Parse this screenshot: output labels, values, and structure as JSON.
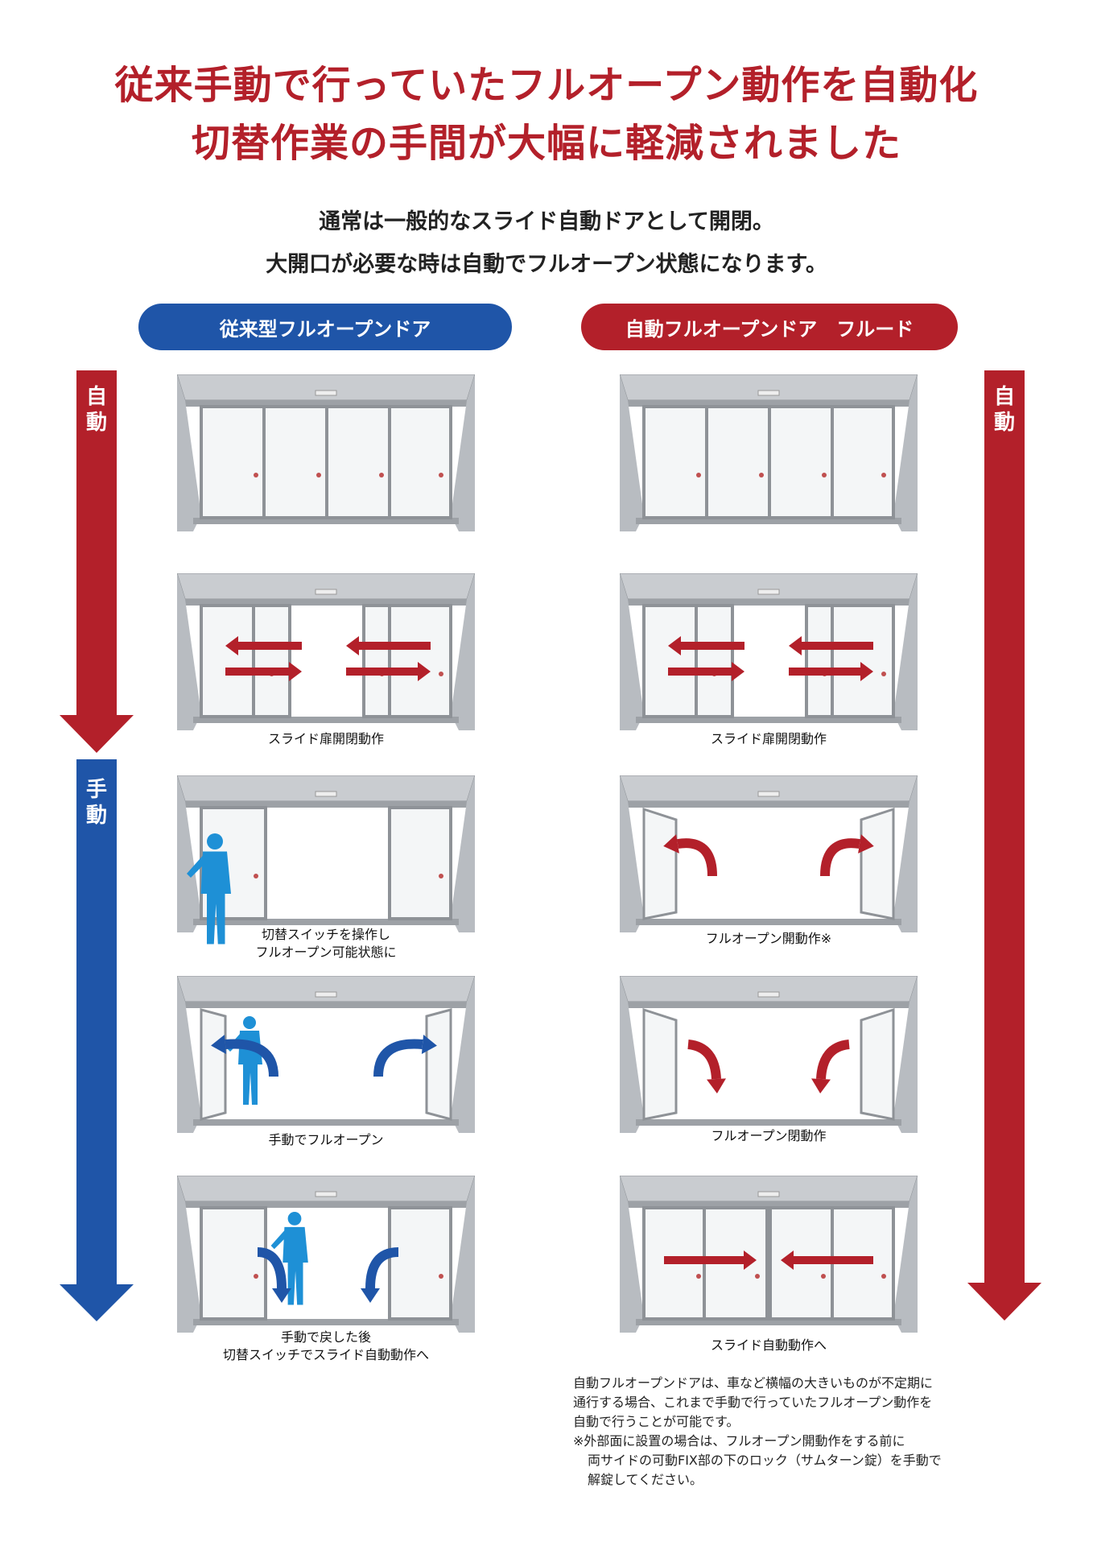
{
  "headline": {
    "line1": "従来手動で行っていたフルオープン動作を自動化",
    "line2": "切替作業の手間が大幅に軽減されました"
  },
  "subhead": {
    "line1": "通常は一般的なスライド自動ドアとして開閉。",
    "line2": "大開口が必要な時は自動でフルオープン状態になります。"
  },
  "columns": {
    "left_label": "従来型フルオープンドア",
    "right_label": "自動フルオープンドア　フルード"
  },
  "flow_labels": {
    "left_auto": "自動",
    "left_manual": "手動",
    "right_auto": "自動"
  },
  "left_steps": [
    {
      "caption": ""
    },
    {
      "caption": "スライド扉開閉動作"
    },
    {
      "caption_line1": "切替スイッチを操作し",
      "caption_line2": "フルオープン可能状態に"
    },
    {
      "caption": "手動でフルオープン"
    },
    {
      "caption_line1": "手動で戻した後",
      "caption_line2": "切替スイッチでスライド自動動作へ"
    }
  ],
  "right_steps": [
    {
      "caption": ""
    },
    {
      "caption": "スライド扉開閉動作"
    },
    {
      "caption": "フルオープン開動作※"
    },
    {
      "caption": "フルオープン閉動作"
    },
    {
      "caption": "スライド自動動作へ"
    }
  ],
  "notes": {
    "line1": "自動フルオープンドアは、車など横幅の大きいものが不定期に",
    "line2": "通行する場合、これまで手動で行っていたフルオープン動作を",
    "line3": "自動で行うことが可能です。",
    "line4": "※外部面に設置の場合は、フルオープン開動作をする前に",
    "line5": "両サイドの可動FIX部の下のロック（サムターン錠）を手動で",
    "line6": "解錠してください。"
  },
  "colors": {
    "red": "#b3202a",
    "blue": "#1f55a8",
    "person": "#1e90d6",
    "frame": "#a9adb2"
  }
}
